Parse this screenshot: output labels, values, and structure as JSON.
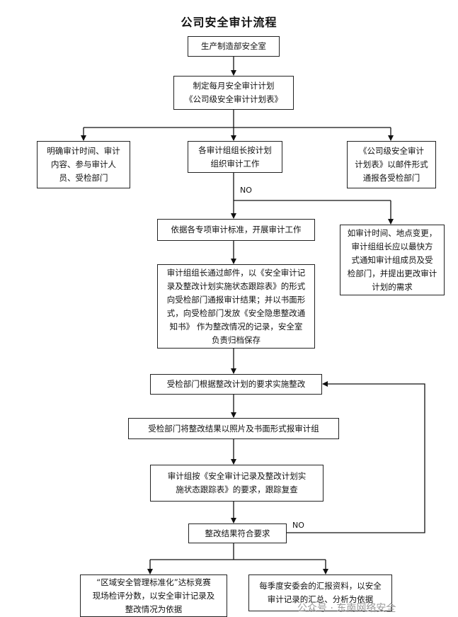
{
  "title": "公司安全审计流程",
  "nodes": {
    "n1": "生产制造部安全室",
    "n2": "制定每月安全审计计划\n《公司级安全审计计划表》",
    "n3_left": "明确审计时间、审计\n内容、参与审计人\n员、受检部门",
    "n3_center": "各审计组组长按计划\n组织审计工作",
    "n3_right": "《公司级安全审计\n计划表》以邮件形式\n通报各受检部门",
    "n4": "依据各专项审计标准，开展审计工作",
    "n4_right": "如审计时间、地点变更，\n审计组组长应以最快方\n式通知审计组成员及受\n检部门，并提出更改审计\n计划的需求",
    "n5": "审计组组长通过邮件，以《安全审计记\n录及整改计划实施状态跟踪表》的形式\n向受检部门通报审计结果；并以书面形\n式，向受检部门发放《安全隐患整改通\n知书》 作为整改情况的记录，安全室\n负责归档保存",
    "n6": "受检部门根据整改计划的要求实施整改",
    "n7": "受检部门将整改结果以照片及书面形式报审计组",
    "n8": "审计组按《安全审计记录及整改计划实\n施状态跟踪表》的要求，跟踪复查",
    "n9": "整改结果符合要求",
    "n10_left": "“区域安全管理标准化”达标竞赛\n现场检评分数，以安全审计记录及\n整改情况为依据",
    "n10_right": "每季度安委会的汇报资料，以安全\n审计记录的汇总、分析为依据"
  },
  "edge_labels": {
    "no_branch": "NO",
    "no_loop": "NO"
  },
  "watermark": "公众号 · 东南网络安全"
}
